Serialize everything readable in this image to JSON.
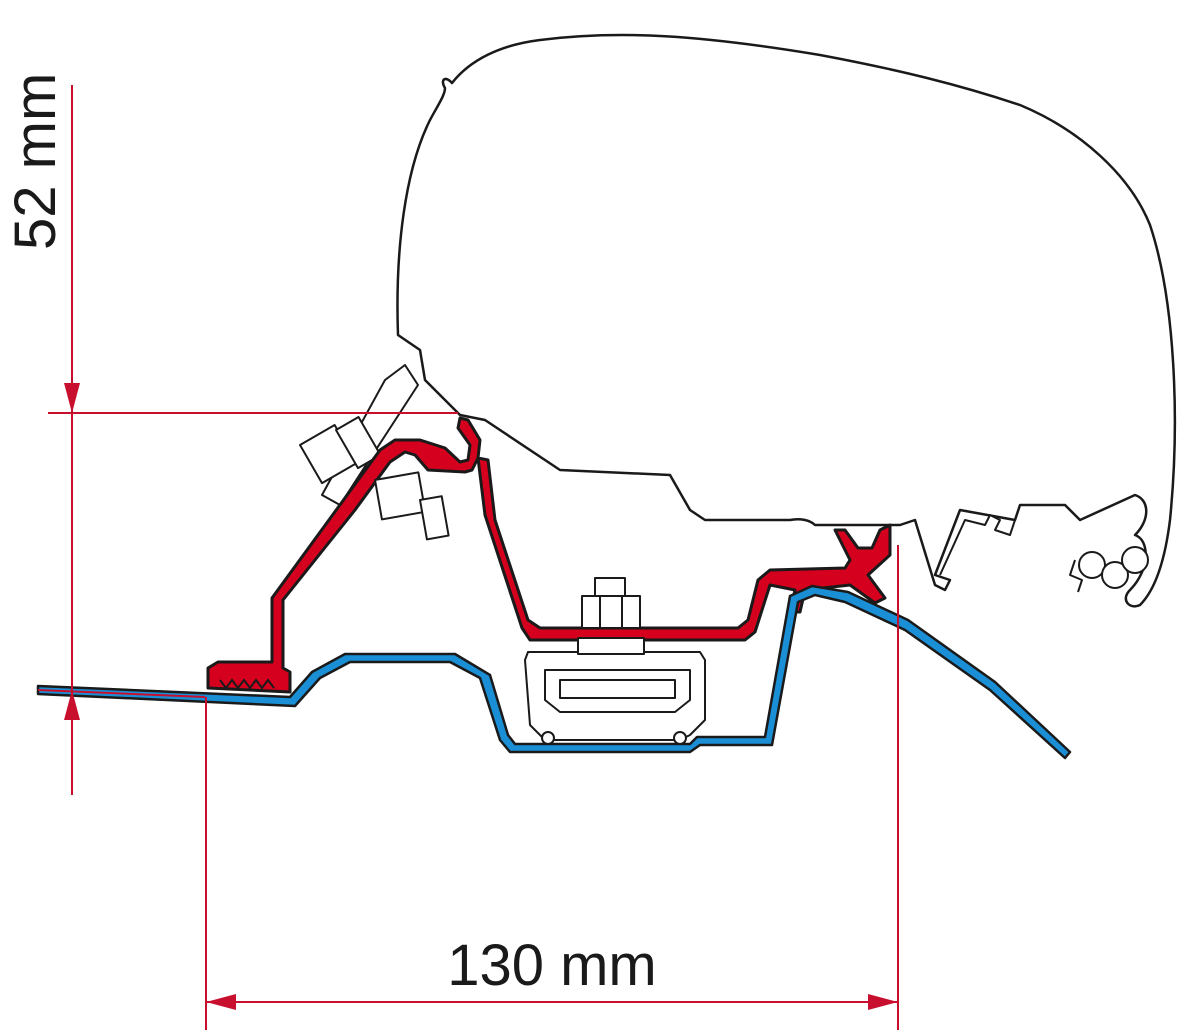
{
  "dimensions": {
    "height_label": "52 mm",
    "width_label": "130 mm"
  },
  "colors": {
    "adapter": "#d4001e",
    "adapter_outline": "#1a1a1a",
    "roof_profile": "#1a8fd6",
    "dimension_line": "#c8102e",
    "outline": "#1a1a1a"
  },
  "parts": {
    "awning_housing": "awning-case",
    "adapter_bracket": "red-adapter",
    "vehicle_roof": "blue-roof-profile",
    "roof_rail": "roof-rail",
    "bolt": "bolt-nut"
  }
}
